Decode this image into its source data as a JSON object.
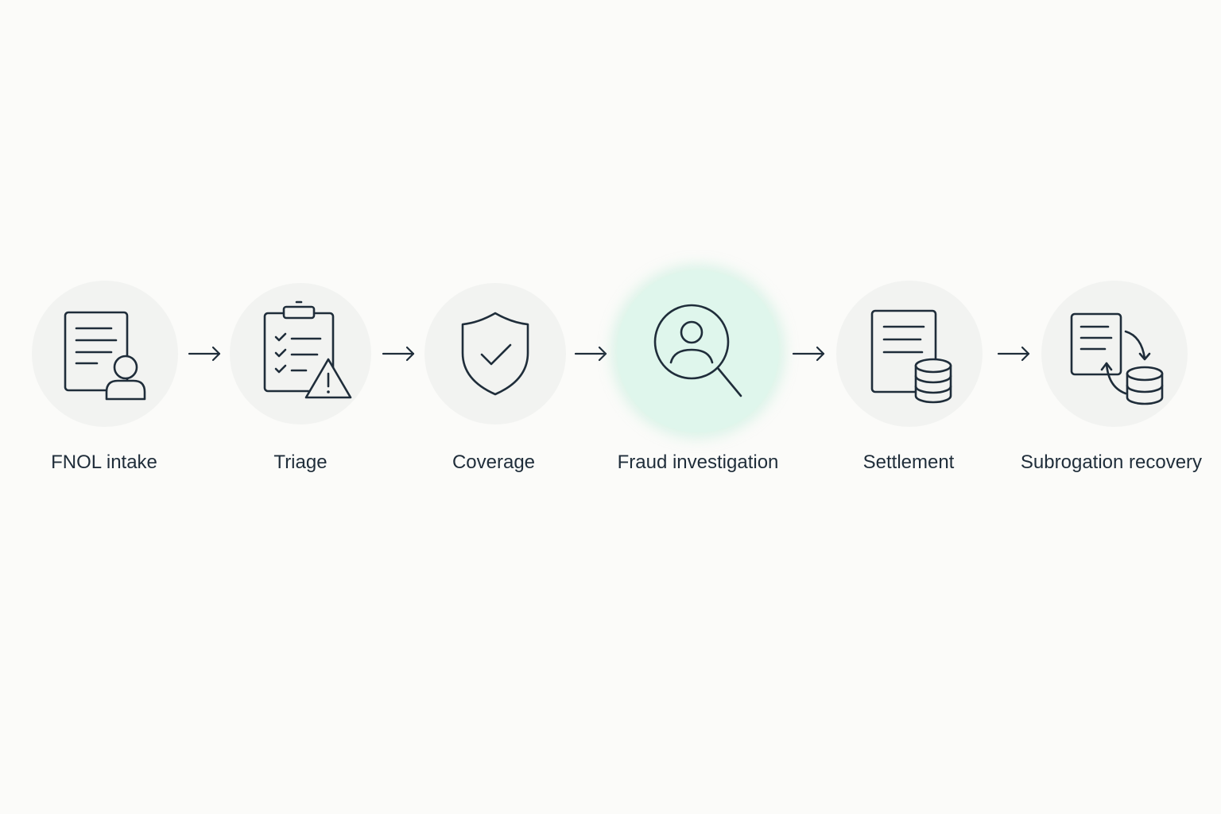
{
  "flow": {
    "steps": [
      {
        "label": "FNOL intake",
        "icon": "document-person-icon",
        "active": false
      },
      {
        "label": "Triage",
        "icon": "clipboard-checklist-warning-icon",
        "active": false
      },
      {
        "label": "Coverage",
        "icon": "shield-check-icon",
        "active": false
      },
      {
        "label": "Fraud investigation",
        "icon": "magnifier-person-icon",
        "active": true
      },
      {
        "label": "Settlement",
        "icon": "document-coins-icon",
        "active": false
      },
      {
        "label": "Subrogation recovery",
        "icon": "document-coins-cycle-icon",
        "active": false
      }
    ],
    "connector_icon": "arrow-right-icon"
  },
  "colors": {
    "background": "#fbfbf9",
    "circle": "#f2f3f1",
    "active_circle": "#dff6ec",
    "ink": "#1f2d3a"
  }
}
